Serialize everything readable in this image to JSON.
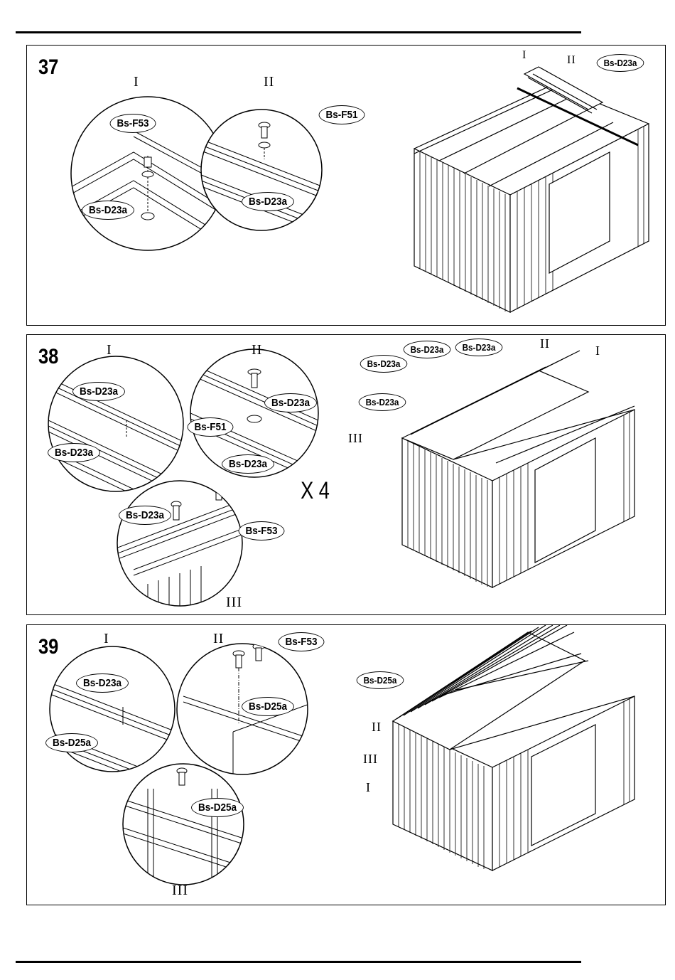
{
  "steps": [
    {
      "number": "37",
      "detail_labels": [
        "I",
        "II"
      ],
      "callouts": [
        "Bs-F53",
        "Bs-D23a",
        "Bs-F51",
        "Bs-D23a",
        "Bs-D23a"
      ],
      "shed_labels": [
        "I",
        "II"
      ]
    },
    {
      "number": "38",
      "detail_labels": [
        "I",
        "II",
        "III"
      ],
      "callouts": [
        "Bs-D23a",
        "Bs-D23a",
        "Bs-D23a",
        "Bs-F51",
        "Bs-D23a",
        "Bs-D23a",
        "Bs-F53",
        "Bs-D23a",
        "Bs-D23a",
        "Bs-D23a",
        "Bs-D23a"
      ],
      "multiplier": "X 4",
      "shed_labels": [
        "II",
        "I",
        "III"
      ]
    },
    {
      "number": "39",
      "detail_labels": [
        "I",
        "II",
        "III"
      ],
      "callouts": [
        "Bs-F53",
        "Bs-D23a",
        "Bs-D25a",
        "Bs-D25a",
        "Bs-D25a",
        "Bs-D25a"
      ],
      "shed_labels": [
        "II",
        "III",
        "I"
      ]
    }
  ]
}
